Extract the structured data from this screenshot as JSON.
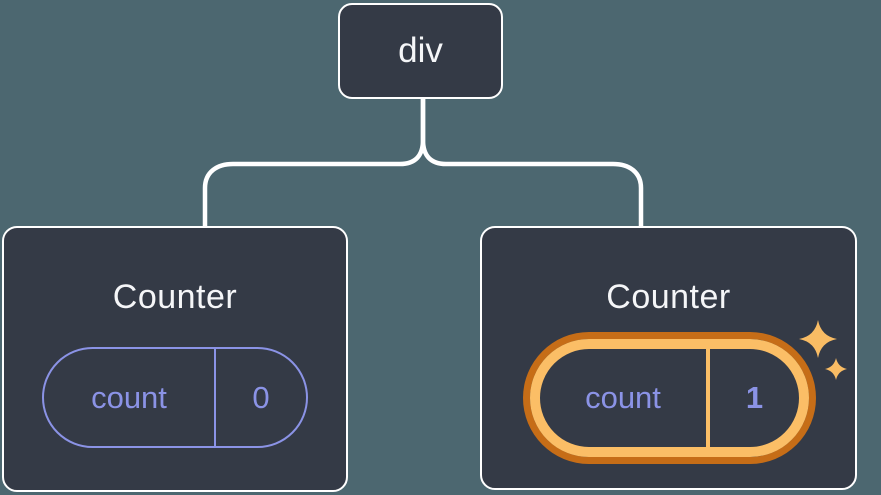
{
  "diagram": {
    "description": "React component tree: a div root rendering two Counter components with independent state",
    "root": {
      "label": "div"
    },
    "children": [
      {
        "title": "Counter",
        "state": {
          "key": "count",
          "value": "0"
        },
        "highlighted": false
      },
      {
        "title": "Counter",
        "state": {
          "key": "count",
          "value": "1"
        },
        "highlighted": true,
        "badge": "sparkles-icon"
      }
    ]
  },
  "colors": {
    "bg": "#4c6770",
    "card-bg": "#343a46",
    "line": "#ffffff",
    "title": "#f5f6f8",
    "purple": "#8b93e6",
    "orange-light": "#fbbe66",
    "orange-dark": "#c66d17",
    "sparkle": "#f9bc64"
  }
}
